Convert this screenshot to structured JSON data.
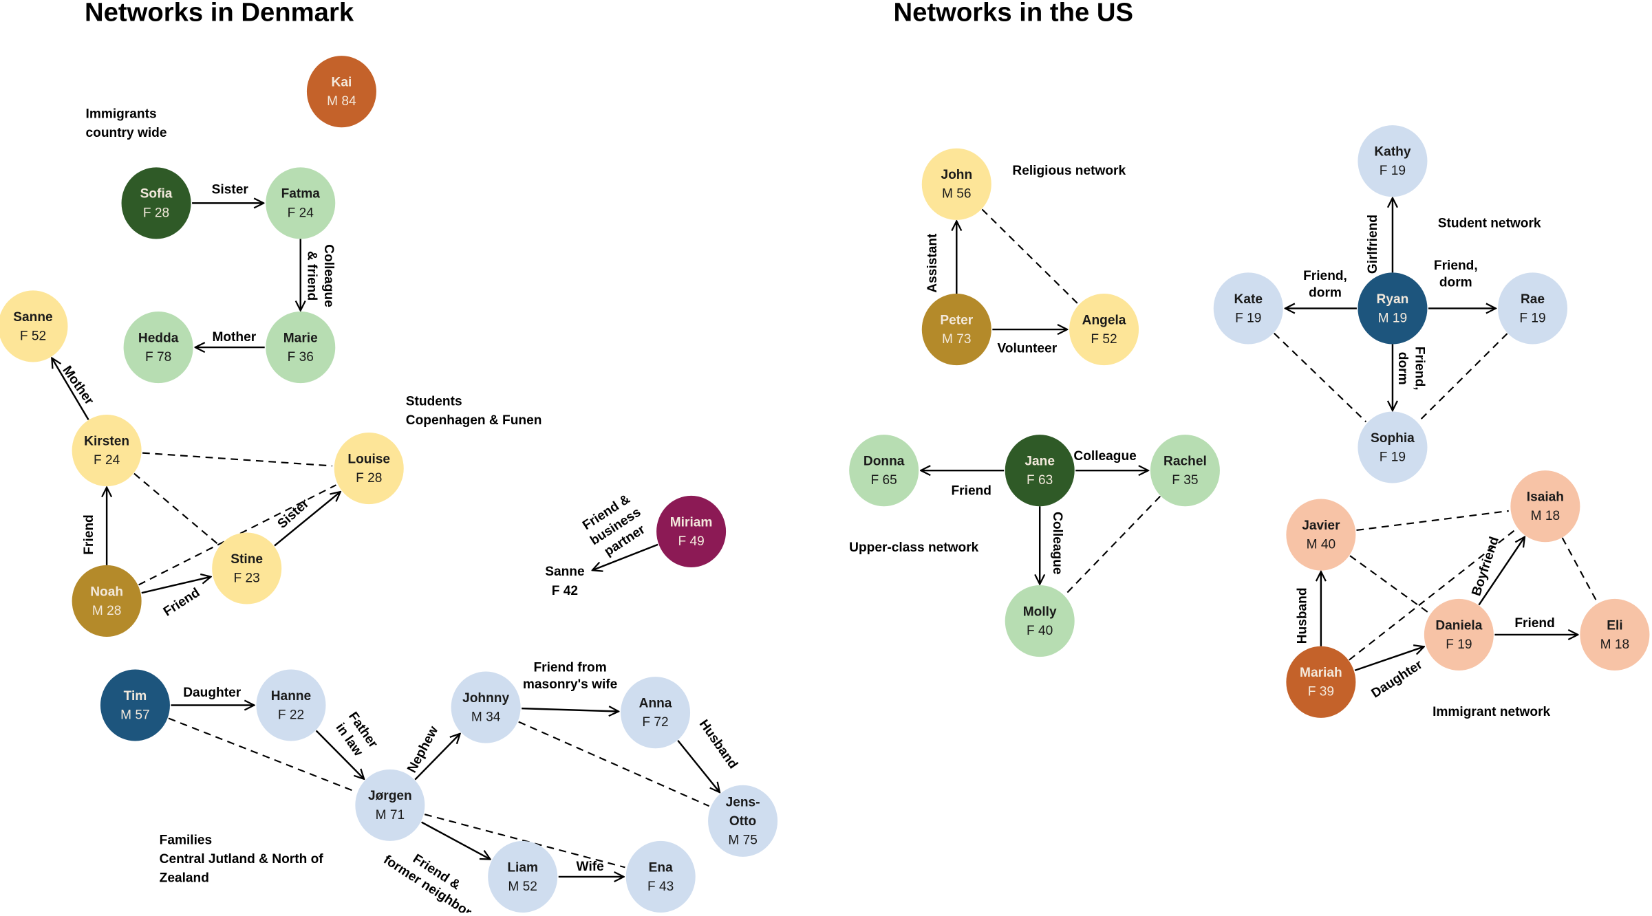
{
  "titles": {
    "denmark": "Networks in Denmark",
    "us": "Networks in the US"
  },
  "colors": {
    "yellow_light": "#FDE598",
    "gold_dark": "#B48A2A",
    "green_light": "#B7DDB2",
    "green_dark": "#2F5A27",
    "blue_light": "#CFDDEF",
    "blue_dark": "#1D557D",
    "orange_dark": "#C4622A",
    "peach_light": "#F7C3A6",
    "magenta_dark": "#8C1A55"
  },
  "group_labels": [
    {
      "id": "dk-immigrants",
      "lines": [
        "Immigrants",
        "country wide"
      ]
    },
    {
      "id": "dk-students",
      "lines": [
        "Students",
        "Copenhagen & Funen"
      ]
    },
    {
      "id": "dk-families",
      "lines": [
        "Families",
        "Central Jutland & North of",
        "Zealand"
      ]
    },
    {
      "id": "us-religious",
      "lines": [
        "Religious network"
      ]
    },
    {
      "id": "us-student",
      "lines": [
        "Student network"
      ]
    },
    {
      "id": "us-upperclass",
      "lines": [
        "Upper-class network"
      ]
    },
    {
      "id": "us-immigrant",
      "lines": [
        "Immigrant network"
      ]
    }
  ],
  "nodes": [
    {
      "id": "kai",
      "name": "Kai",
      "info": "M 84",
      "color": "orange_dark"
    },
    {
      "id": "sofia",
      "name": "Sofia",
      "info": "F 28",
      "color": "green_dark"
    },
    {
      "id": "fatma",
      "name": "Fatma",
      "info": "F 24",
      "color": "green_light"
    },
    {
      "id": "marie",
      "name": "Marie",
      "info": "F 36",
      "color": "green_light"
    },
    {
      "id": "hedda",
      "name": "Hedda",
      "info": "F 78",
      "color": "green_light"
    },
    {
      "id": "sanne52",
      "name": "Sanne",
      "info": "F 52",
      "color": "yellow_light"
    },
    {
      "id": "kirsten",
      "name": "Kirsten",
      "info": "F 24",
      "color": "yellow_light"
    },
    {
      "id": "louise",
      "name": "Louise",
      "info": "F 28",
      "color": "yellow_light"
    },
    {
      "id": "stine",
      "name": "Stine",
      "info": "F 23",
      "color": "yellow_light"
    },
    {
      "id": "noah",
      "name": "Noah",
      "info": "M 28",
      "color": "gold_dark"
    },
    {
      "id": "miriam",
      "name": "Miriam",
      "info": "F 49",
      "color": "magenta_dark"
    },
    {
      "id": "tim",
      "name": "Tim",
      "info": "M 57",
      "color": "blue_dark"
    },
    {
      "id": "hanne",
      "name": "Hanne",
      "info": "F 22",
      "color": "blue_light"
    },
    {
      "id": "jorgen",
      "name": "Jørgen",
      "info": "M 71",
      "color": "blue_light"
    },
    {
      "id": "johnny",
      "name": "Johnny",
      "info": "M 34",
      "color": "blue_light"
    },
    {
      "id": "anna",
      "name": "Anna",
      "info": "F 72",
      "color": "blue_light"
    },
    {
      "id": "jensotto",
      "name": "Jens-",
      "name2": "Otto",
      "info": "M 75",
      "color": "blue_light"
    },
    {
      "id": "liam",
      "name": "Liam",
      "info": "M 52",
      "color": "blue_light"
    },
    {
      "id": "ena",
      "name": "Ena",
      "info": "F 43",
      "color": "blue_light"
    },
    {
      "id": "john",
      "name": "John",
      "info": "M 56",
      "color": "yellow_light"
    },
    {
      "id": "peter",
      "name": "Peter",
      "info": "M 73",
      "color": "gold_dark"
    },
    {
      "id": "angela",
      "name": "Angela",
      "info": "F 52",
      "color": "yellow_light"
    },
    {
      "id": "kathy",
      "name": "Kathy",
      "info": "F 19",
      "color": "blue_light"
    },
    {
      "id": "ryan",
      "name": "Ryan",
      "info": "M 19",
      "color": "blue_dark"
    },
    {
      "id": "kate",
      "name": "Kate",
      "info": "F 19",
      "color": "blue_light"
    },
    {
      "id": "rae",
      "name": "Rae",
      "info": "F 19",
      "color": "blue_light"
    },
    {
      "id": "sophia",
      "name": "Sophia",
      "info": "F 19",
      "color": "blue_light"
    },
    {
      "id": "donna",
      "name": "Donna",
      "info": "F 65",
      "color": "green_light"
    },
    {
      "id": "jane",
      "name": "Jane",
      "info": "F 63",
      "color": "green_dark"
    },
    {
      "id": "rachel",
      "name": "Rachel",
      "info": "F 35",
      "color": "green_light"
    },
    {
      "id": "molly",
      "name": "Molly",
      "info": "F 40",
      "color": "green_light"
    },
    {
      "id": "javier",
      "name": "Javier",
      "info": "M 40",
      "color": "peach_light"
    },
    {
      "id": "isaiah",
      "name": "Isaiah",
      "info": "M 18",
      "color": "peach_light"
    },
    {
      "id": "daniela",
      "name": "Daniela",
      "info": "F 19",
      "color": "peach_light"
    },
    {
      "id": "eli",
      "name": "Eli",
      "info": "M 18",
      "color": "peach_light"
    },
    {
      "id": "mariah",
      "name": "Mariah",
      "info": "F 39",
      "color": "orange_dark"
    }
  ],
  "external_persons": [
    {
      "id": "sanne42",
      "name": "Sanne",
      "info": "F 42"
    }
  ],
  "edges": [
    {
      "from": "sofia",
      "to": "fatma",
      "style": "arrow",
      "label": [
        "Sister"
      ]
    },
    {
      "from": "fatma",
      "to": "marie",
      "style": "arrow",
      "label": [
        "Colleague",
        "& friend"
      ]
    },
    {
      "from": "marie",
      "to": "hedda",
      "style": "arrow",
      "label": [
        "Mother"
      ]
    },
    {
      "from": "kirsten",
      "to": "sanne52",
      "style": "arrow",
      "label": [
        "Mother"
      ]
    },
    {
      "from": "noah",
      "to": "kirsten",
      "style": "arrow",
      "label": [
        "Friend"
      ]
    },
    {
      "from": "noah",
      "to": "stine",
      "style": "arrow",
      "label": [
        "Friend"
      ]
    },
    {
      "from": "stine",
      "to": "louise",
      "style": "arrow",
      "label": [
        "Sister"
      ]
    },
    {
      "from": "kirsten",
      "to": "louise",
      "style": "dashed",
      "label": []
    },
    {
      "from": "kirsten",
      "to": "stine",
      "style": "dashed",
      "label": []
    },
    {
      "from": "noah",
      "to": "louise",
      "style": "dashed",
      "label": []
    },
    {
      "from": "miriam",
      "to": "sanne42",
      "style": "arrow",
      "label": [
        "Friend &",
        "business",
        "partner"
      ]
    },
    {
      "from": "tim",
      "to": "hanne",
      "style": "arrow",
      "label": [
        "Daughter"
      ]
    },
    {
      "from": "hanne",
      "to": "jorgen",
      "style": "arrow",
      "label": [
        "Father",
        "in law"
      ]
    },
    {
      "from": "jorgen",
      "to": "johnny",
      "style": "arrow",
      "label": [
        "Nephew"
      ]
    },
    {
      "from": "johnny",
      "to": "anna",
      "style": "arrow",
      "label": [
        "Friend from",
        "masonry's wife"
      ]
    },
    {
      "from": "anna",
      "to": "jensotto",
      "style": "arrow",
      "label": [
        "Husband"
      ]
    },
    {
      "from": "jorgen",
      "to": "liam",
      "style": "arrow",
      "label": [
        "Friend &",
        "former neighbor"
      ]
    },
    {
      "from": "liam",
      "to": "ena",
      "style": "arrow",
      "label": [
        "Wife"
      ]
    },
    {
      "from": "tim",
      "to": "jorgen",
      "style": "dashed",
      "label": []
    },
    {
      "from": "johnny",
      "to": "jensotto",
      "style": "dashed",
      "label": []
    },
    {
      "from": "jorgen",
      "to": "ena",
      "style": "dashed",
      "label": []
    },
    {
      "from": "peter",
      "to": "john",
      "style": "arrow",
      "label": [
        "Assistant"
      ]
    },
    {
      "from": "peter",
      "to": "angela",
      "style": "arrow",
      "label": [
        "Volunteer"
      ]
    },
    {
      "from": "john",
      "to": "angela",
      "style": "dashed",
      "label": []
    },
    {
      "from": "ryan",
      "to": "kathy",
      "style": "arrow",
      "label": [
        "Girlfriend"
      ]
    },
    {
      "from": "ryan",
      "to": "kate",
      "style": "arrow",
      "label": [
        "Friend,",
        "dorm"
      ]
    },
    {
      "from": "ryan",
      "to": "rae",
      "style": "arrow",
      "label": [
        "Friend,",
        "dorm"
      ]
    },
    {
      "from": "ryan",
      "to": "sophia",
      "style": "arrow",
      "label": [
        "Friend,",
        "dorm"
      ]
    },
    {
      "from": "kate",
      "to": "sophia",
      "style": "dashed",
      "label": []
    },
    {
      "from": "rae",
      "to": "sophia",
      "style": "dashed",
      "label": []
    },
    {
      "from": "jane",
      "to": "donna",
      "style": "arrow",
      "label": [
        "Friend"
      ]
    },
    {
      "from": "jane",
      "to": "rachel",
      "style": "arrow",
      "label": [
        "Colleague"
      ]
    },
    {
      "from": "jane",
      "to": "molly",
      "style": "arrow",
      "label": [
        "Colleague"
      ]
    },
    {
      "from": "rachel",
      "to": "molly",
      "style": "dashed",
      "label": []
    },
    {
      "from": "mariah",
      "to": "javier",
      "style": "arrow",
      "label": [
        "Husband"
      ]
    },
    {
      "from": "mariah",
      "to": "daniela",
      "style": "arrow",
      "label": [
        "Daughter"
      ]
    },
    {
      "from": "daniela",
      "to": "isaiah",
      "style": "arrow",
      "label": [
        "Boyfriend"
      ]
    },
    {
      "from": "daniela",
      "to": "eli",
      "style": "arrow",
      "label": [
        "Friend"
      ]
    },
    {
      "from": "javier",
      "to": "isaiah",
      "style": "dashed",
      "label": []
    },
    {
      "from": "javier",
      "to": "daniela",
      "style": "dashed",
      "label": []
    },
    {
      "from": "mariah",
      "to": "isaiah",
      "style": "dashed",
      "label": []
    },
    {
      "from": "isaiah",
      "to": "eli",
      "style": "dashed",
      "label": []
    }
  ]
}
